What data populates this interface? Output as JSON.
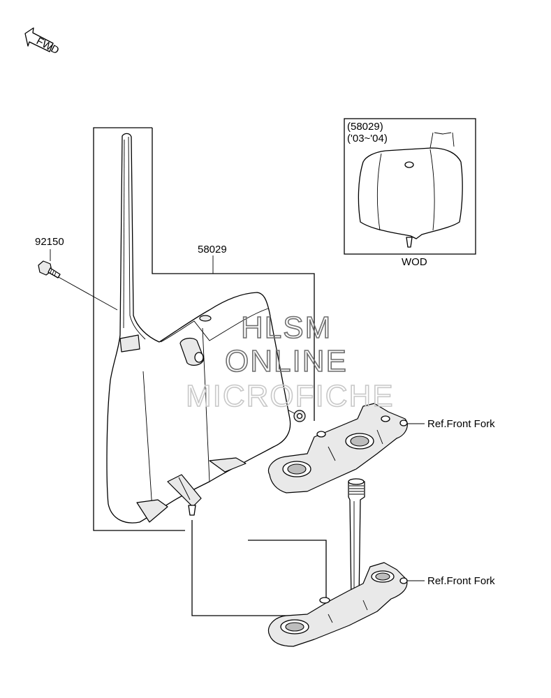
{
  "fwd_label": "FWD",
  "callouts": {
    "bolt": "92150",
    "plate": "58029"
  },
  "inset": {
    "part_number": "(58029)",
    "years": "('03~'04)",
    "caption": "WOD"
  },
  "references": {
    "upper": "Ref.Front Fork",
    "lower": "Ref.Front Fork"
  },
  "watermark": {
    "line1": "HLSM",
    "line2": "ONLINE",
    "line3": "MICROFICHE"
  }
}
